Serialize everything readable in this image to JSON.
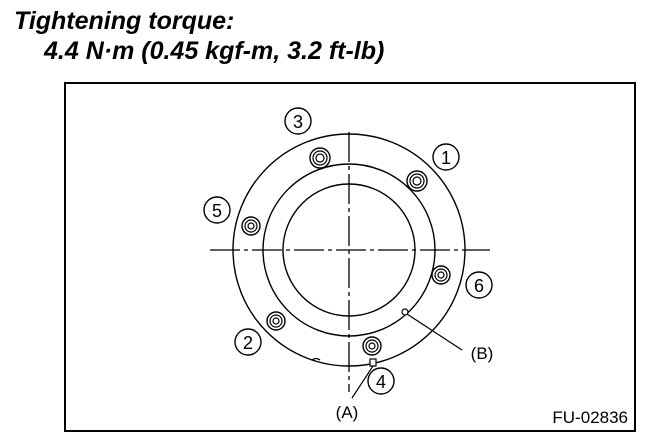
{
  "heading": {
    "title": "Tightening torque:",
    "value": "4.4 N·m (0.45 kgf-m, 3.2 ft-lb)"
  },
  "diagram": {
    "bolt_sequence": [
      "1",
      "2",
      "3",
      "4",
      "5",
      "6"
    ],
    "label_a": "(A)",
    "label_b": "(B)",
    "figure_code": "FU-02836"
  }
}
